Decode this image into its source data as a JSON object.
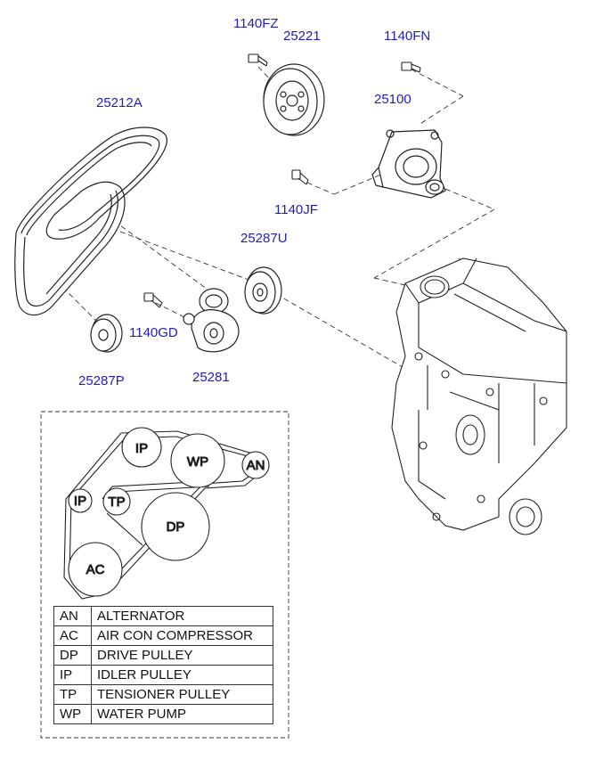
{
  "part_labels": {
    "p1140FZ": "1140FZ",
    "p25221": "25221",
    "p1140FN": "1140FN",
    "p25212A": "25212A",
    "p25100": "25100",
    "p1140JF": "1140JF",
    "p25287U": "25287U",
    "p1140GD": "1140GD",
    "p25287P": "25287P",
    "p25281": "25281"
  },
  "belt_layout": {
    "pulleys": {
      "IP_top": "IP",
      "WP": "WP",
      "AN": "AN",
      "IP_left": "IP",
      "TP": "TP",
      "DP": "DP",
      "AC": "AC"
    }
  },
  "legend": [
    {
      "abbr": "AN",
      "desc": "ALTERNATOR"
    },
    {
      "abbr": "AC",
      "desc": "AIR CON COMPRESSOR"
    },
    {
      "abbr": "DP",
      "desc": "DRIVE PULLEY"
    },
    {
      "abbr": "IP",
      "desc": "IDLER PULLEY"
    },
    {
      "abbr": "TP",
      "desc": "TENSIONER PULLEY"
    },
    {
      "abbr": "WP",
      "desc": "WATER PUMP"
    }
  ],
  "colors": {
    "part_number": "#1f1fb4",
    "line": "#222222"
  }
}
